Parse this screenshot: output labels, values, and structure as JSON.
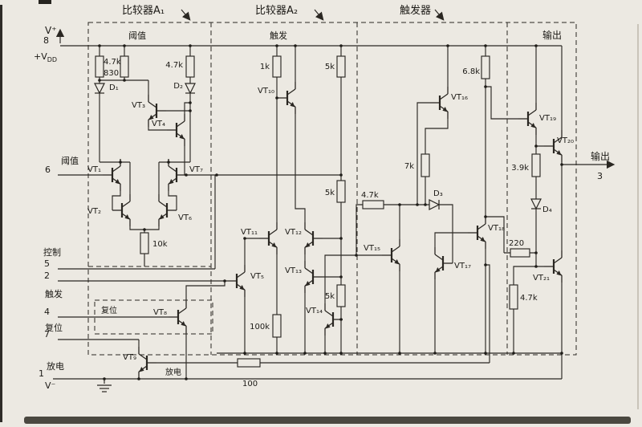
{
  "sections": {
    "comp1": "比较器A₁",
    "comp2": "比较器A₂",
    "flipflop": "触发器",
    "output": "输出"
  },
  "subs": {
    "a1": "阈值",
    "a2": "触发"
  },
  "pins": {
    "vplus": "V⁺",
    "p8": "8",
    "vdd": "+V",
    "vdd_sub": "DD",
    "threshold": "阈值",
    "p6": "6",
    "control": "控制",
    "p5": "5",
    "p2": "2",
    "trigger": "触发",
    "p4": "4",
    "reset": "复位",
    "p7": "7",
    "discharge": "放电",
    "p1": "1",
    "vminus": "V⁻",
    "output": "输出",
    "p3": "3"
  },
  "inner": {
    "reset_box": "复位",
    "discharge": "放电"
  },
  "r": {
    "a1_47a": "4.7k",
    "a1_830": "830",
    "a1_47b": "4.7k",
    "a1_10k": "10k",
    "a2_1k": "1k",
    "a2_5k1": "5k",
    "a2_5k2": "5k",
    "a2_5k3": "5k",
    "a2_100k": "100k",
    "ff_47": "4.7k",
    "ff_7k": "7k",
    "ff_68": "6.8k",
    "out_39": "3.9k",
    "out_220": "220",
    "out_47": "4.7k",
    "bot_100": "100"
  },
  "d": {
    "d1": "D₁",
    "d2": "D₂",
    "d3": "D₃",
    "d4": "D₄"
  },
  "t": {
    "vt1": "VT₁",
    "vt2": "VT₂",
    "vt3": "VT₃",
    "vt4": "VT₄",
    "vt5": "VT₅",
    "vt6": "VT₆",
    "vt7": "VT₇",
    "vt8": "VT₈",
    "vt9": "VT₉",
    "vt10": "VT₁₀",
    "vt11": "VT₁₁",
    "vt12": "VT₁₂",
    "vt13": "VT₁₃",
    "vt14": "VT₁₄",
    "vt15": "VT₁₅",
    "vt16": "VT₁₆",
    "vt17": "VT₁₇",
    "vt18": "VT₁₈",
    "vt19": "VT₁₉",
    "vt20": "VT₂₀",
    "vt21": "VT₂₁"
  }
}
